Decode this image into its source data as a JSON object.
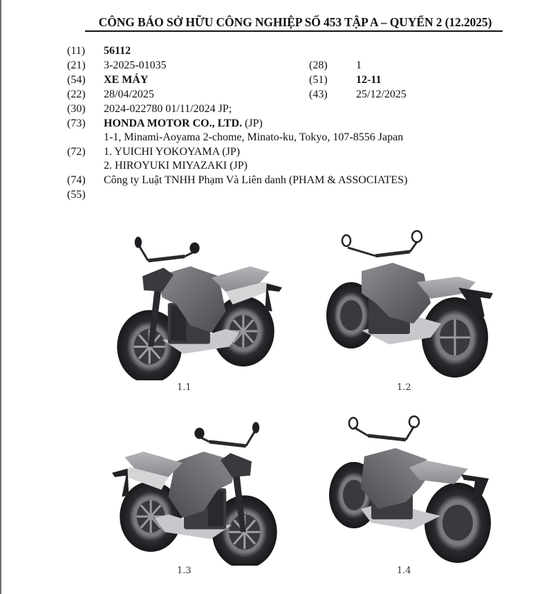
{
  "header": {
    "title": "CÔNG BÁO SỞ HỮU CÔNG NGHIỆP SỐ 453 TẬP A – QUYỂN 2 (12.2025)"
  },
  "record": {
    "left": [
      {
        "code": "(11)",
        "value": "56112",
        "bold": true
      },
      {
        "code": "(21)",
        "value": "3-2025-01035",
        "bold": false
      },
      {
        "code": "(54)",
        "value": "XE MÁY",
        "bold": true
      },
      {
        "code": "(22)",
        "value": "28/04/2025",
        "bold": false
      },
      {
        "code": "(30)",
        "value": "2024-022780 01/11/2024 JP;",
        "bold": false
      }
    ],
    "right": [
      {
        "code": "(28)",
        "value": "1",
        "bold": false
      },
      {
        "code": "(51)",
        "value": "12-11",
        "bold": true
      },
      {
        "code": "(43)",
        "value": "25/12/2025",
        "bold": false
      }
    ],
    "owner": {
      "code": "(73)",
      "name": "HONDA MOTOR CO., LTD.",
      "country": " (JP)",
      "address": "1-1, Minami-Aoyama 2-chome, Minato-ku, Tokyo, 107-8556 Japan"
    },
    "inventors": {
      "code": "(72)",
      "names": [
        "1. YUICHI YOKOYAMA (JP)",
        "2. HIROYUKI MIYAZAKI (JP)"
      ]
    },
    "agent": {
      "code": "(74)",
      "value": "Công ty Luật TNHH Phạm Và Liên danh (PHAM & ASSOCIATES)"
    },
    "views_code": "(55)"
  },
  "figures": [
    {
      "label": "1.1",
      "view": "front-left three-quarter view"
    },
    {
      "label": "1.2",
      "view": "rear-left three-quarter view"
    },
    {
      "label": "1.3",
      "view": "front-right three-quarter view"
    },
    {
      "label": "1.4",
      "view": "rear-right three-quarter view"
    }
  ]
}
